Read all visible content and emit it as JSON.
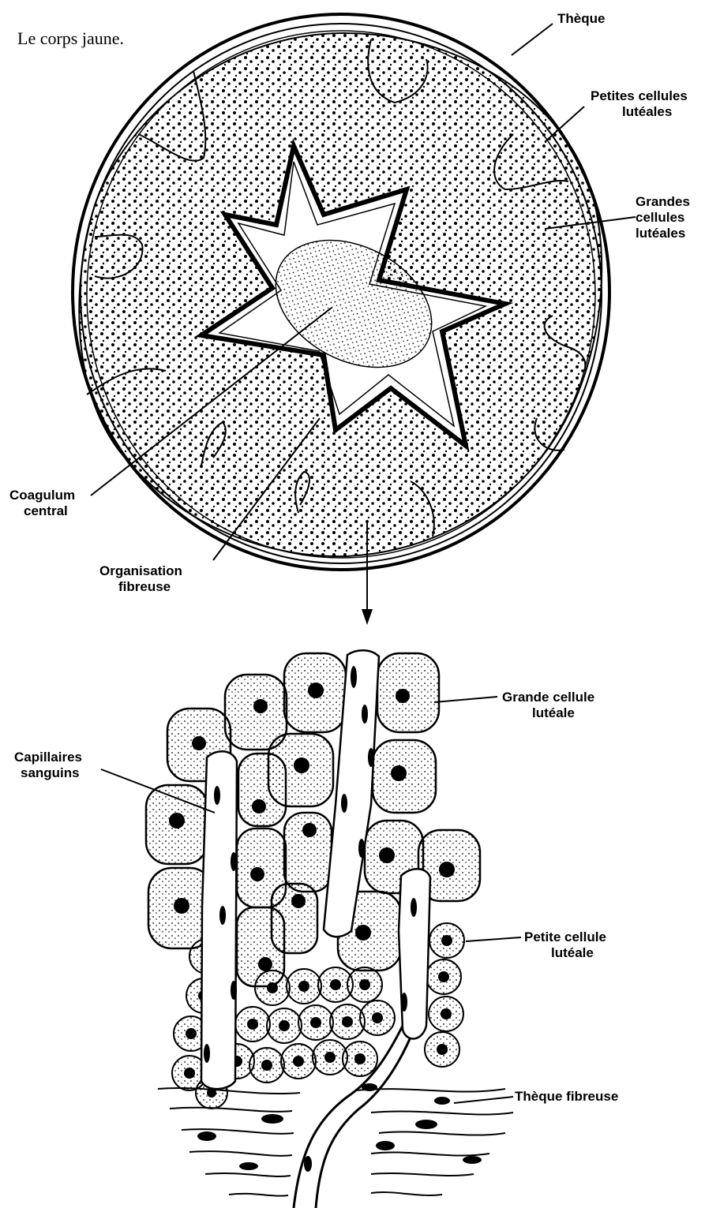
{
  "title": "Le corps jaune.",
  "labels": {
    "theque": "Thèque",
    "petites_cellules": [
      "Petites cellules",
      "lutéales"
    ],
    "grandes_cellules": [
      "Grandes",
      "cellules",
      "lutéales"
    ],
    "coagulum": [
      "Coagulum",
      "central"
    ],
    "organisation": [
      "Organisation",
      "fibreuse"
    ],
    "grande_cellule": [
      "Grande cellule",
      "lutéale"
    ],
    "capillaires": [
      "Capillaires",
      "sanguins"
    ],
    "petite_cellule": [
      "Petite cellule",
      "lutéale"
    ],
    "theque_fibreuse": "Thèque fibreuse"
  }
}
